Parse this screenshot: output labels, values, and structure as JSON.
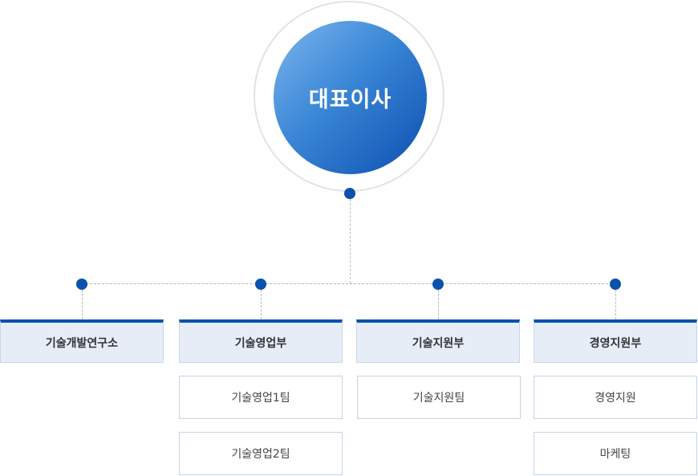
{
  "ceo": {
    "label": "대표이사"
  },
  "departments": [
    {
      "label": "기술개발연구소",
      "teams": []
    },
    {
      "label": "기술영업부",
      "teams": [
        "기술영업1팀",
        "기술영업2팀"
      ]
    },
    {
      "label": "기술지원부",
      "teams": [
        "기술지원팀"
      ]
    },
    {
      "label": "경영지원부",
      "teams": [
        "경영지원",
        "마케팅"
      ]
    }
  ],
  "colors": {
    "accent": "#0a52ad",
    "dept_bg": "#e6edf7",
    "connector": "#b8b8b8"
  }
}
